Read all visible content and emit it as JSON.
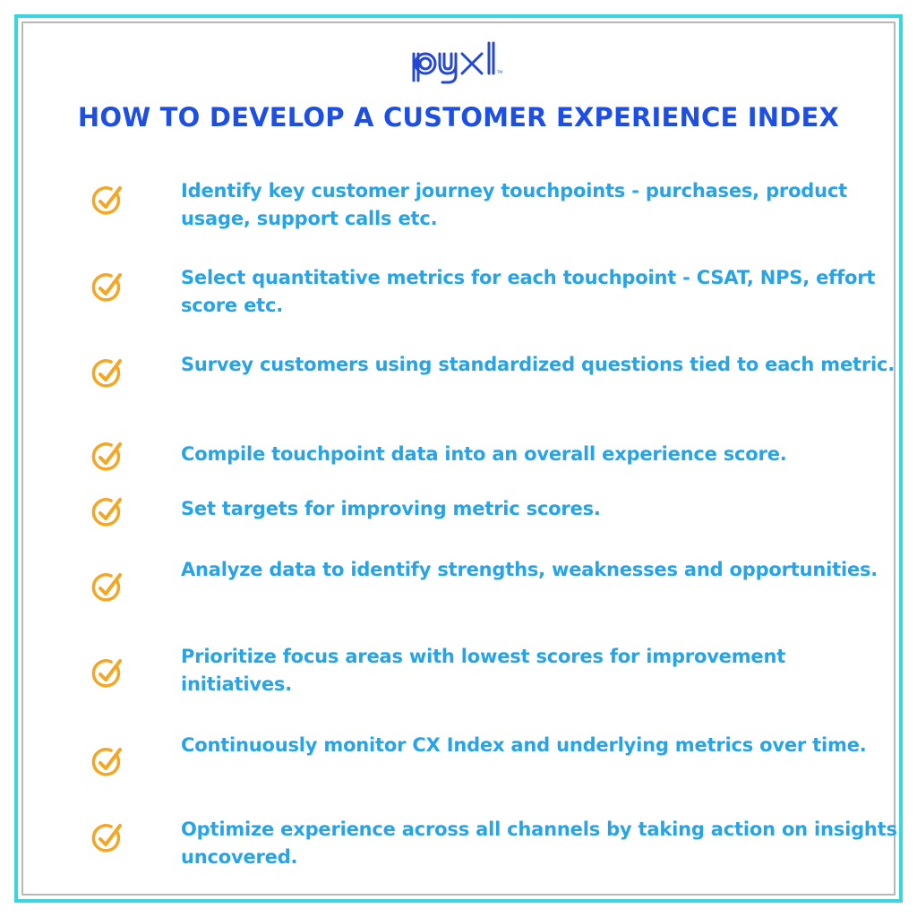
{
  "brand": {
    "logo_text": "pyxl",
    "colors": {
      "logo": "#2447d6",
      "frame": "#36d6e2"
    }
  },
  "title": "HOW TO DEVELOP A CUSTOMER EXPERIENCE INDEX",
  "colors": {
    "title": "#1d4fe6",
    "item_text": "#27a4e8",
    "check": "#f5a623"
  },
  "steps": [
    {
      "icon": "checkmark-circle-icon",
      "text": "Identify key customer journey touchpoints - purchases, product usage, support calls etc."
    },
    {
      "icon": "checkmark-circle-icon",
      "text": "Select quantitative metrics for each touchpoint - CSAT, NPS, effort score etc."
    },
    {
      "icon": "checkmark-circle-icon",
      "text": "Survey customers using standardized questions tied to each metric."
    },
    {
      "icon": "checkmark-circle-icon",
      "text": "Compile touchpoint data into an overall experience score."
    },
    {
      "icon": "checkmark-circle-icon",
      "text": "Set targets for improving metric scores."
    },
    {
      "icon": "checkmark-circle-icon",
      "text": "Analyze data to identify strengths, weaknesses and opportunities."
    },
    {
      "icon": "checkmark-circle-icon",
      "text": "Prioritize focus areas with lowest scores for improvement initiatives."
    },
    {
      "icon": "checkmark-circle-icon",
      "text": "Continuously monitor CX Index and underlying metrics over time."
    },
    {
      "icon": "checkmark-circle-icon",
      "text": "Optimize experience across all channels by taking action on insights uncovered."
    }
  ]
}
